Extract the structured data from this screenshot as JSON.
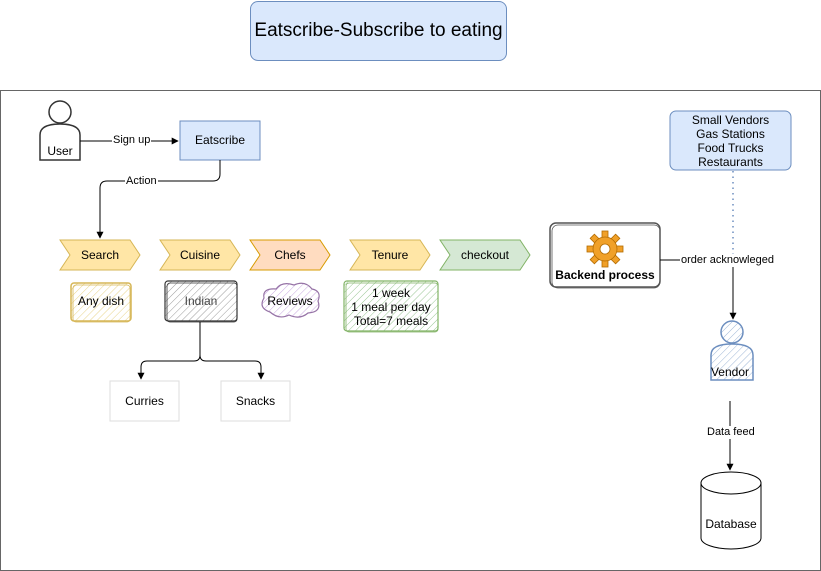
{
  "title": "Eatscribe-Subscribe to eating",
  "nodes": {
    "user": "User",
    "eatscribe": "Eatscribe",
    "steps": [
      "Search",
      "Cuisine",
      "Chefs",
      "Tenure",
      "checkout"
    ],
    "any_dish": "Any dish",
    "indian": "Indian",
    "reviews": "Reviews",
    "tenure_lines": [
      "1 week",
      "1 meal per day",
      "Total=7 meals"
    ],
    "curries": "Curries",
    "snacks": "Snacks",
    "backend": "Backend process",
    "vendors_lines": [
      "Small Vendors",
      "Gas Stations",
      "Food Trucks",
      "Restaurants"
    ],
    "vendor": "Vendor",
    "database": "Database"
  },
  "edges": {
    "signup": "Sign up",
    "action": "Action",
    "order": "order acknowleged",
    "datafeed": "Data feed"
  },
  "colors": {
    "title_fill": "#dae8fc",
    "step_yellow": "#ffe6a6",
    "step_orange": "#ffdcc0",
    "step_green": "#d5e8d4",
    "gear": "#f4a623"
  }
}
